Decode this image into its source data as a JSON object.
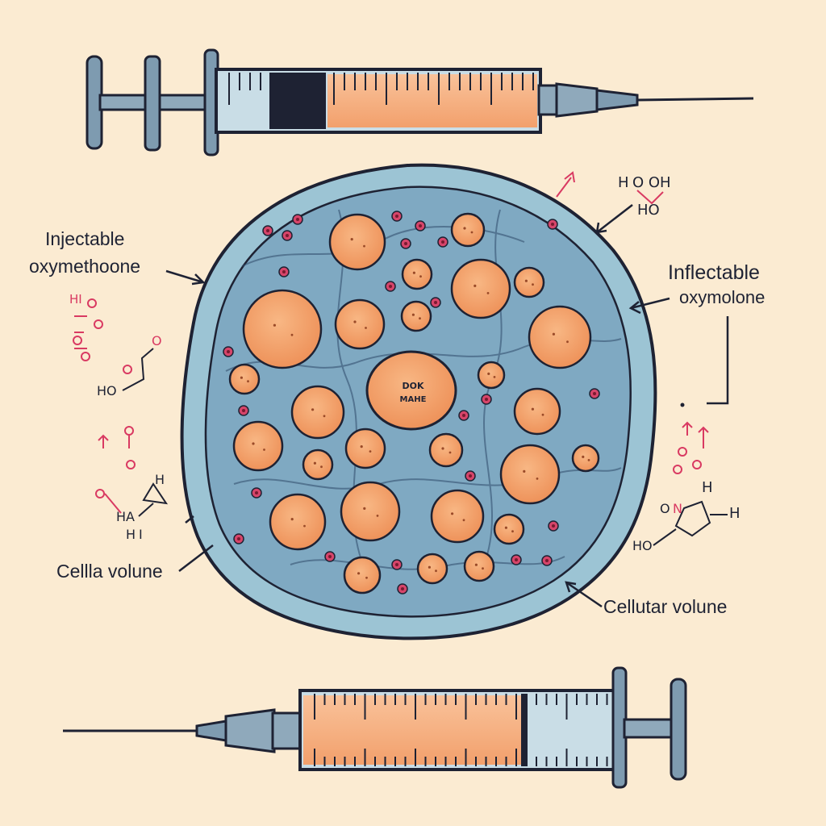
{
  "labels": {
    "top_left_line1": "Injectable",
    "top_left_line2": "oxymethoone",
    "top_right_line1": "Inflectable",
    "top_right_line2": "oxymolone",
    "bottom_left": "Cellla volune",
    "bottom_right": "Cellutar volune"
  },
  "nucleus_text": {
    "line1": "DOK",
    "line2": "MAHE"
  },
  "chem_fragments": {
    "top_right_h": "H",
    "top_right_o_oh": "O  OH",
    "top_right_ho": "HO",
    "left_hi": "HI",
    "left_ho_o": "O",
    "left_ho_o2": "O",
    "left_o": "O",
    "left_ho": "HO",
    "left_ho_o3": "O",
    "left_h_small": "H",
    "left_ha": "HA",
    "left_h_bottom": "H",
    "left_i": "I",
    "right_h": "H",
    "right_o": "O",
    "right_n": "N",
    "right_ho": "HO",
    "right_h2": "H"
  },
  "colors": {
    "background": "#fbebd2",
    "cell_body": "#8fb7cc",
    "cell_rim": "#9cc4d4",
    "organelle": "#f3a06a",
    "dot": "#d6456a",
    "ink": "#1e2233",
    "fluid": "#f5a874",
    "barrel_glass": "#c9dde6",
    "plunger": "#7e9bb0"
  }
}
